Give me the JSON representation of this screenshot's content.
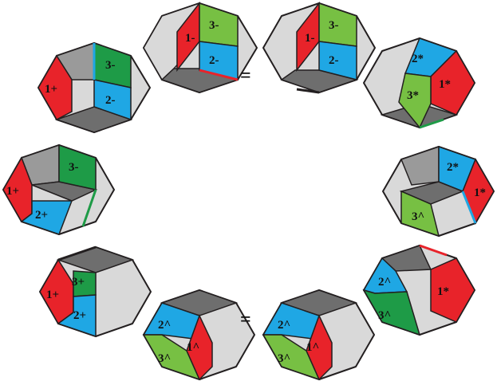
{
  "colors": {
    "red": "#e8232a",
    "green_light": "#77c043",
    "green_dark": "#1e9b47",
    "blue": "#1fa7e4",
    "gray_top": "#9a9a9a",
    "gray_light": "#d9d9d9",
    "gray_dark": "#6e6e6e",
    "outline": "#231f20"
  },
  "equals_sign": "=",
  "octagons": [
    {
      "id": "top-left",
      "labels": [
        "1-",
        "3-",
        "2-"
      ]
    },
    {
      "id": "top-right",
      "labels": [
        "1-",
        "3-",
        "2-"
      ]
    },
    {
      "id": "upper-left",
      "labels": [
        "1+",
        "3-",
        "2-"
      ]
    },
    {
      "id": "upper-right",
      "labels": [
        "2*",
        "1*",
        "3*"
      ]
    },
    {
      "id": "mid-left",
      "labels": [
        "1+",
        "3-",
        "2+"
      ]
    },
    {
      "id": "mid-right",
      "labels": [
        "2*",
        "1*",
        "3^"
      ]
    },
    {
      "id": "lower-left",
      "labels": [
        "1+",
        "3+",
        "2+"
      ]
    },
    {
      "id": "lower-right",
      "labels": [
        "2^",
        "1*",
        "3^"
      ]
    },
    {
      "id": "bottom-left",
      "labels": [
        "2^",
        "1^",
        "3^"
      ]
    },
    {
      "id": "bottom-right",
      "labels": [
        "2^",
        "1^",
        "3^"
      ]
    }
  ]
}
